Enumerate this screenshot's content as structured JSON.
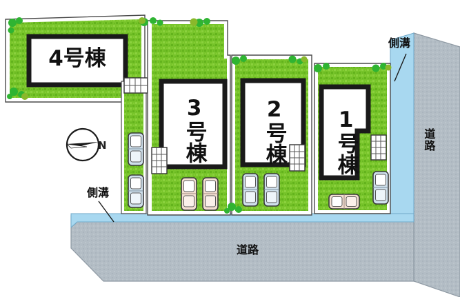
{
  "plan": {
    "title_type": "residential-site-plan",
    "buildings": [
      {
        "id": "bldg-1",
        "label": "1号棟",
        "orientation": "vertical"
      },
      {
        "id": "bldg-2",
        "label": "2号棟",
        "orientation": "vertical"
      },
      {
        "id": "bldg-3",
        "label": "3号棟",
        "orientation": "vertical"
      },
      {
        "id": "bldg-4",
        "label": "4号棟",
        "orientation": "horizontal"
      }
    ],
    "annotations": [
      {
        "id": "gutter-top-right",
        "label": "側溝"
      },
      {
        "id": "gutter-bottom-left",
        "label": "側溝"
      },
      {
        "id": "road-right",
        "label": "道路",
        "orientation": "vertical"
      },
      {
        "id": "road-bottom",
        "label": "道路",
        "orientation": "horizontal"
      }
    ],
    "compass": {
      "label": "N",
      "points": "west-arrow"
    },
    "colors": {
      "lawn": "#77c42a",
      "lawn_speckle": "#5fae1b",
      "road": "#b2bcc4",
      "road_edge": "#8e99a3",
      "gutter": "#a8d8f0",
      "building_outline": "#1a1a1a",
      "building_fill": "#ffffff",
      "lot_outline": "#4a4a4a",
      "shrub": "#2fb432",
      "shrub_alt": "#8ab82b",
      "car_body": "#c9dce8",
      "car_body_alt": "#f2ddd0",
      "car_outline": "#3a3a3a"
    },
    "cars": [
      {
        "id": "car-4a",
        "lot": "4号棟",
        "color": "blue",
        "orientation": "vertical"
      },
      {
        "id": "car-4b",
        "lot": "4号棟",
        "color": "blue",
        "orientation": "vertical"
      },
      {
        "id": "car-3a",
        "lot": "3号棟",
        "color": "beige",
        "orientation": "vertical"
      },
      {
        "id": "car-3b",
        "lot": "3号棟",
        "color": "beige",
        "orientation": "vertical"
      },
      {
        "id": "car-2a",
        "lot": "2号棟",
        "color": "blue",
        "orientation": "vertical"
      },
      {
        "id": "car-2b",
        "lot": "2号棟",
        "color": "blue",
        "orientation": "vertical"
      },
      {
        "id": "car-1a",
        "lot": "1号棟",
        "color": "beige",
        "orientation": "horizontal"
      },
      {
        "id": "car-1b",
        "lot": "1号棟",
        "color": "blue",
        "orientation": "vertical"
      }
    ]
  }
}
